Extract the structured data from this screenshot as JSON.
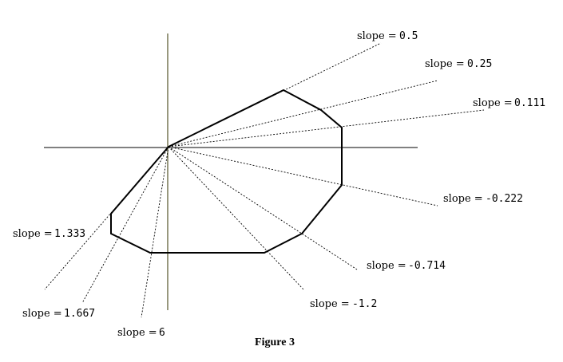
{
  "figure": {
    "caption": "Figure 3",
    "slope_labels": [
      {
        "word": "slope =",
        "value": "0.5"
      },
      {
        "word": "slope =",
        "value": "0.25"
      },
      {
        "word": "slope =",
        "value": "0.111"
      },
      {
        "word": "slope =",
        "value": "-0.222"
      },
      {
        "word": "slope =",
        "value": "-0.714"
      },
      {
        "word": "slope =",
        "value": "-1.2"
      },
      {
        "word": "slope =",
        "value": "6"
      },
      {
        "word": "slope =",
        "value": "1.667"
      },
      {
        "word": "slope =",
        "value": "1.333"
      }
    ]
  },
  "colors": {
    "polygon": "#000000",
    "x_axis": "#000000",
    "y_axis": "#55552a",
    "rays": "#000000"
  }
}
